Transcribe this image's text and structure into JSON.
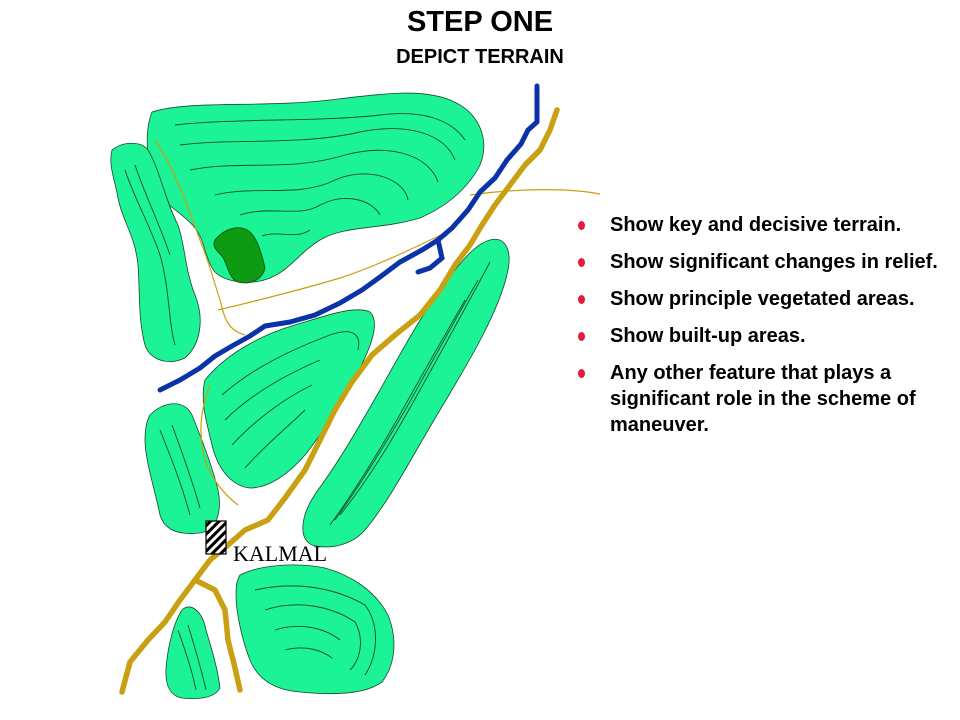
{
  "title": "STEP ONE",
  "subtitle": "DEPICT TERRAIN",
  "bullets": [
    "Show key and decisive terrain.",
    "Show significant changes in relief.",
    "Show principle vegetated areas.",
    "Show built-up areas.",
    "Any other feature that plays a significant role in the scheme of maneuver."
  ],
  "map": {
    "town_label": "KALMAL",
    "colors": {
      "terrain_fill": "#1cf296",
      "vegetation_fill": "#0c9b12",
      "river": "#0a33a8",
      "road": "#c9a012",
      "trail": "#c9a012",
      "bullet": "#e8193c"
    }
  }
}
